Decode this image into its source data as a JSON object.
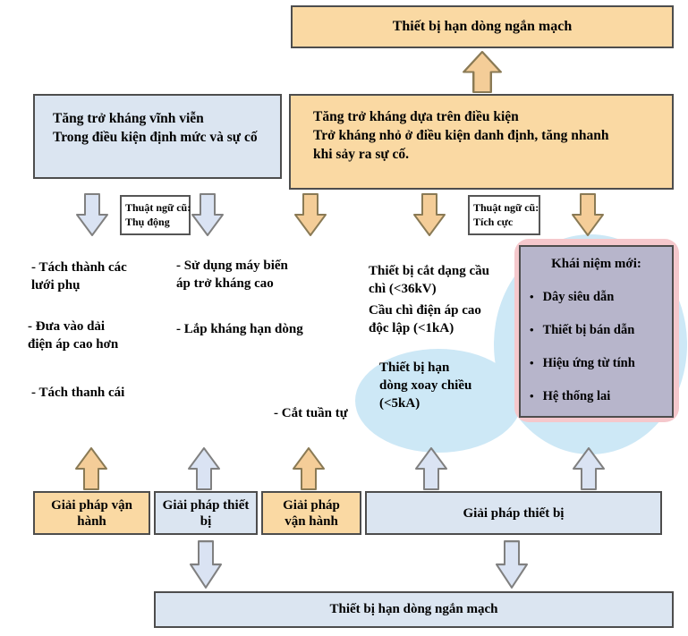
{
  "title": "Sơ đồ thiết bị hạn dòng ngắn mạch",
  "colors": {
    "orange_box": "#FAD9A3",
    "blue_box": "#DBE5F1",
    "blob_blue": "#CDE8F6",
    "pink_backdrop": "#F5C8CC",
    "purple_box": "#B7B5CB",
    "arrow_blue": "#DAE3F3",
    "arrow_orange": "#F4CD98",
    "border_dark": "#4d4d4d"
  },
  "top_box": {
    "label": "Thiết bị hạn dòng ngắn mạch"
  },
  "left_box": {
    "lines": [
      "Tăng trở kháng vĩnh viễn",
      "Trong điều kiện định mức và sự cố"
    ]
  },
  "right_box": {
    "lines": [
      "Tăng trở kháng dựa trên điều kiện",
      "Trở kháng nhỏ ở điều kiện danh định, tăng nhanh",
      "khi sảy ra sự cố."
    ]
  },
  "term_labels": {
    "left": {
      "lines": [
        "Thuật ngữ cũ:",
        "Thụ động"
      ]
    },
    "right": {
      "lines": [
        "Thuật ngữ cũ:",
        "Tích cực"
      ]
    }
  },
  "methods": {
    "subgrid": [
      "- Tách thành các",
      "lưới phụ"
    ],
    "voltage": [
      "- Đưa vào dải",
      "điện áp cao hơn"
    ],
    "busbar": [
      "- Tách thanh cái"
    ],
    "transformer": [
      "- Sử dụng máy biến",
      "áp trở kháng cao"
    ],
    "reactor": [
      "- Lắp kháng hạn dòng"
    ],
    "sequential": [
      "- Cắt tuần tự"
    ],
    "fuse_breaker": [
      "Thiết bị cắt dạng cầu",
      "chì (<36kV)"
    ],
    "hv_fuse": [
      "Cầu chì điện áp cao",
      "độc lập (<1kA)"
    ],
    "ac_limiter": [
      "Thiết bị hạn",
      "dòng xoay chiều",
      "(<5kA)"
    ]
  },
  "new_concepts": {
    "title": "Khái niệm mới:",
    "bullet": "•",
    "items": [
      "Dây siêu dẫn",
      "Thiết bị bán dẫn",
      "Hiệu ứng từ tính",
      "Hệ thống lai"
    ]
  },
  "solutions": {
    "operation1": "Giải pháp vận hành",
    "device1": "Giải pháp thiết bị",
    "operation2": [
      "Giải pháp",
      "vận hành"
    ],
    "device2": "Giải pháp thiết bị"
  },
  "bottom_box": {
    "label": "Thiết bị hạn dòng ngắn mạch"
  }
}
